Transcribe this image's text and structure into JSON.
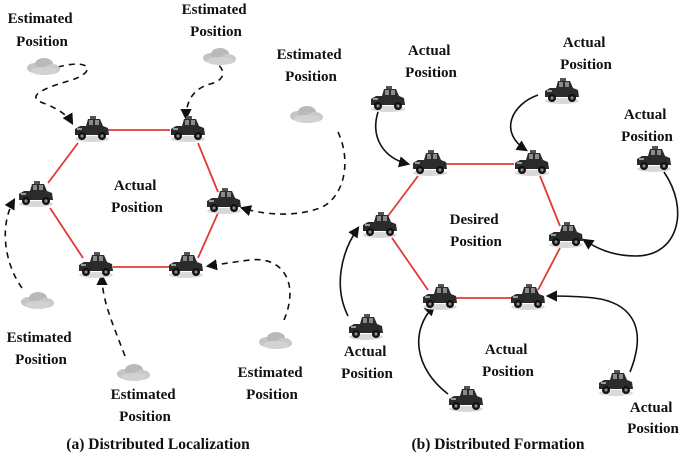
{
  "left_panel": {
    "caption": "(a) Distributed Localization",
    "center_label": [
      "Actual",
      "Position"
    ],
    "estimated_label": [
      "Estimated",
      "Position"
    ]
  },
  "right_panel": {
    "caption": "(b) Distributed Formation",
    "center_label": [
      "Desired",
      "Position"
    ],
    "actual_label": [
      "Actual",
      "Position"
    ]
  },
  "colors": {
    "formation_edge": "#e23a32",
    "arrow": "#111111",
    "car_body": "#2b2b2b",
    "cloud": "#bdbdbd"
  },
  "icons": {
    "robot": "car-robot-icon",
    "estimate": "cloud-icon"
  }
}
